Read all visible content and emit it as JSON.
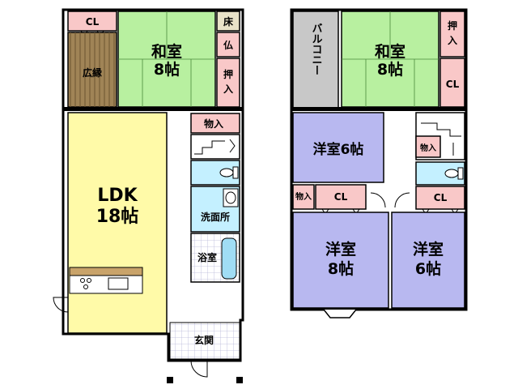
{
  "floor1": {
    "cl_top": "CL",
    "wide_veranda": "広縁",
    "washitsu_name": "和室",
    "washitsu_size": "8帖",
    "toko": "床",
    "butsu": "仏",
    "oshiire": "押入",
    "monoire": "物入",
    "ldk_name": "LDK",
    "ldk_size": "18帖",
    "washroom": "洗面所",
    "bathroom": "浴室",
    "entrance": "玄関"
  },
  "floor2": {
    "balcony": "バルコニー",
    "washitsu_name": "和室",
    "washitsu_size": "8帖",
    "oshiire": "押入",
    "cl_washitsu": "CL",
    "youshitsu6_top": "洋室6帖",
    "monoire_right": "物入",
    "monoire_left": "物入",
    "cl_mid_left": "CL",
    "cl_mid_right": "CL",
    "youshitsu8_name": "洋室",
    "youshitsu8_size": "8帖",
    "youshitsu6_name": "洋室",
    "youshitsu6_size": "6帖"
  },
  "colors": {
    "washitsu": "#b8f0a0",
    "ldk": "#fffaa8",
    "youshitsu": "#b8b8f0",
    "closet": "#f9c8c8",
    "toilet": "#c4f0ff",
    "bath": "#a0ddf5",
    "balcony": "#c8c8c8",
    "veranda": "#a08456",
    "toko": "#e8e2c8"
  }
}
